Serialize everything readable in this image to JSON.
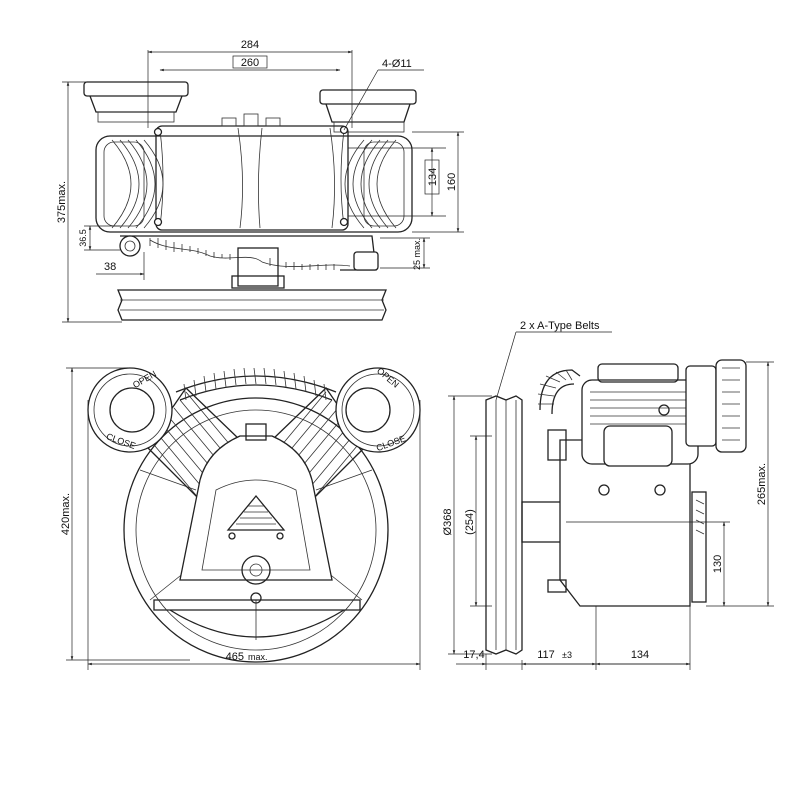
{
  "top_view": {
    "dim_284": "284",
    "dim_260": "260",
    "dim_bolts": "4-Ø11",
    "dim_134": "134",
    "dim_160": "160",
    "dim_375": "375max.",
    "dim_365": "36.5",
    "dim_38": "38",
    "dim_25": "25 max."
  },
  "front_view": {
    "dim_420": "420max.",
    "dim_465": "465",
    "dim_465_suffix": "max.",
    "cap_text": "OPEN",
    "cap_text2": "CLOSE"
  },
  "side_view": {
    "belts_label": "2 x A-Type Belts",
    "dim_368": "Ø368",
    "dim_254": "(254)",
    "dim_265": "265max.",
    "dim_130": "130",
    "dim_174": "17,4",
    "dim_117": "117",
    "dim_117_tol": "±3",
    "dim_134": "134"
  }
}
